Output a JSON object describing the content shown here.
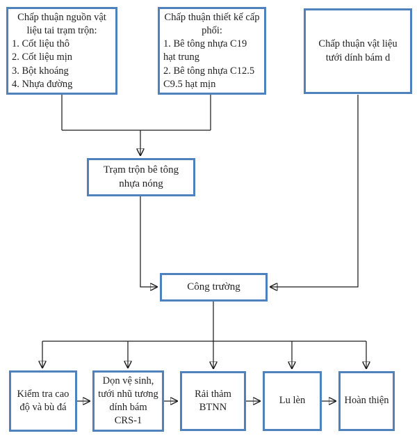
{
  "diagram": {
    "colors": {
      "box_border": "#4f81bd",
      "line": "#1c1c1c",
      "text": "#1f1f1f",
      "background": "#ffffff"
    },
    "nodes": {
      "materials_approval": {
        "title": "Chấp thuận nguồn vật liệu tai trạm trộn:",
        "items": [
          "1. Cốt liệu thô",
          "2. Cốt liệu mịn",
          "3. Bột khoáng",
          "4. Nhựa đường"
        ]
      },
      "mix_design_approval": {
        "title": "Chấp thuận thiết kế cấp phối:",
        "items": [
          "1. Bê tông nhựa C19 hạt trung",
          "2. Bê tông nhựa C12.5 C9.5 hạt mịn"
        ]
      },
      "tack_coat_approval": {
        "label": "Chấp thuận vật liệu tưới dính bám d"
      },
      "mixing_plant": {
        "label": "Trạm trộn bê tông nhựa nóng"
      },
      "construction_site": {
        "label": "Công trường"
      },
      "check_elevation": {
        "label": "Kiểm tra cao độ và bù đá"
      },
      "clean_tack": {
        "label": "Dọn vệ sinh, tưới nhũ tương dính bám CRS-1"
      },
      "pave": {
        "label": "Rải thảm BTNN"
      },
      "compact": {
        "label": "Lu lèn"
      },
      "finish": {
        "label": "Hoàn thiện"
      }
    }
  }
}
